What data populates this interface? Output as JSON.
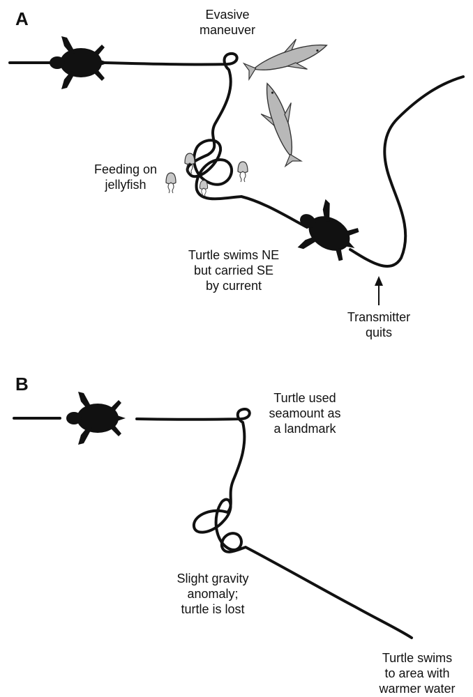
{
  "panel_a": {
    "letter": "A",
    "labels": {
      "evasive": [
        "Evasive",
        "maneuver"
      ],
      "feeding": [
        "Feeding on",
        "jellyfish"
      ],
      "current": [
        "Turtle swims NE",
        "but carried SE",
        "by current"
      ],
      "transmitter": [
        "Transmitter",
        "quits"
      ]
    }
  },
  "panel_b": {
    "letter": "B",
    "labels": {
      "seamount": [
        "Turtle used",
        "seamount as",
        "a landmark"
      ],
      "gravity": [
        "Slight gravity",
        "anomaly;",
        "turtle is lost"
      ],
      "warmer": [
        "Turtle swims",
        "to area with",
        "warmer water"
      ]
    }
  },
  "colors": {
    "turtle": "#111111",
    "shark": "#b8b8b8",
    "jellyfish": "#c8c8c8",
    "track": "#111111"
  }
}
